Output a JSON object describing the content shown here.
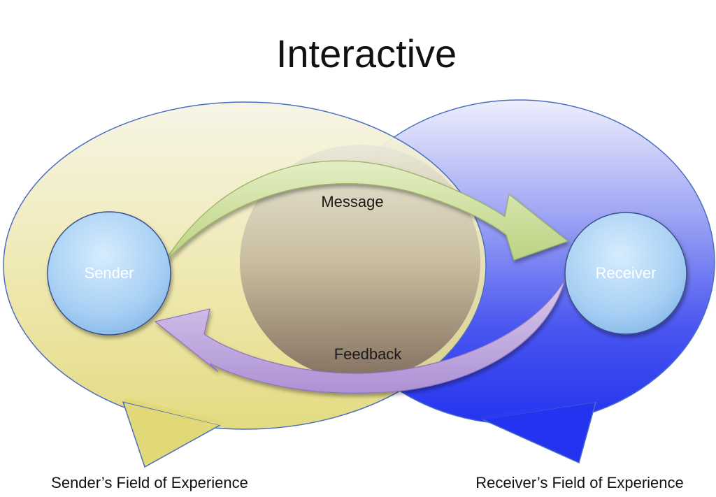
{
  "title": "Interactive",
  "nodes": {
    "sender": "Sender",
    "receiver": "Receiver"
  },
  "arrows": {
    "message": "Message",
    "feedback": "Feedback"
  },
  "fields": {
    "sender": "Sender’s Field of Experience",
    "receiver": "Receiver’s Field of Experience"
  },
  "colors": {
    "sender_field": "#e6df8a",
    "receiver_field": "#3344f0",
    "overlap": "#a8957e",
    "node": "#a9d2f5",
    "message_arrow": "#c8dc9a",
    "feedback_arrow": "#c0a8dc",
    "outline": "#4a6fc0"
  }
}
